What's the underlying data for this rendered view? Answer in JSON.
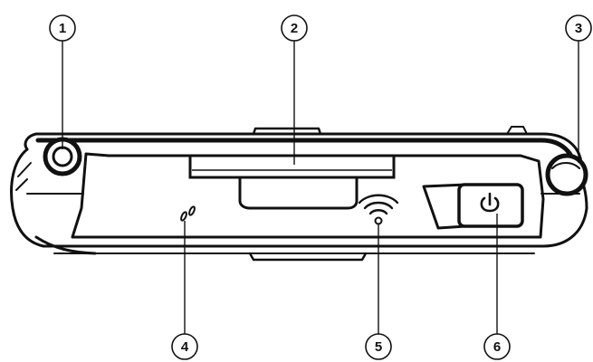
{
  "callouts": [
    {
      "id": "1",
      "label": "1",
      "part": "stylus"
    },
    {
      "id": "2",
      "label": "2",
      "part": "card-slot"
    },
    {
      "id": "3",
      "label": "3",
      "part": "strap-hole"
    },
    {
      "id": "4",
      "label": "4",
      "part": "microphone"
    },
    {
      "id": "5",
      "label": "5",
      "part": "wireless-indicator"
    },
    {
      "id": "6",
      "label": "6",
      "part": "power-button"
    }
  ],
  "icons": {
    "power": "power-icon",
    "wireless": "wifi-icon",
    "microphone": "microphone-holes-icon"
  },
  "colors": {
    "line": "#111111",
    "fill": "#ffffff",
    "shade": "#444444"
  }
}
